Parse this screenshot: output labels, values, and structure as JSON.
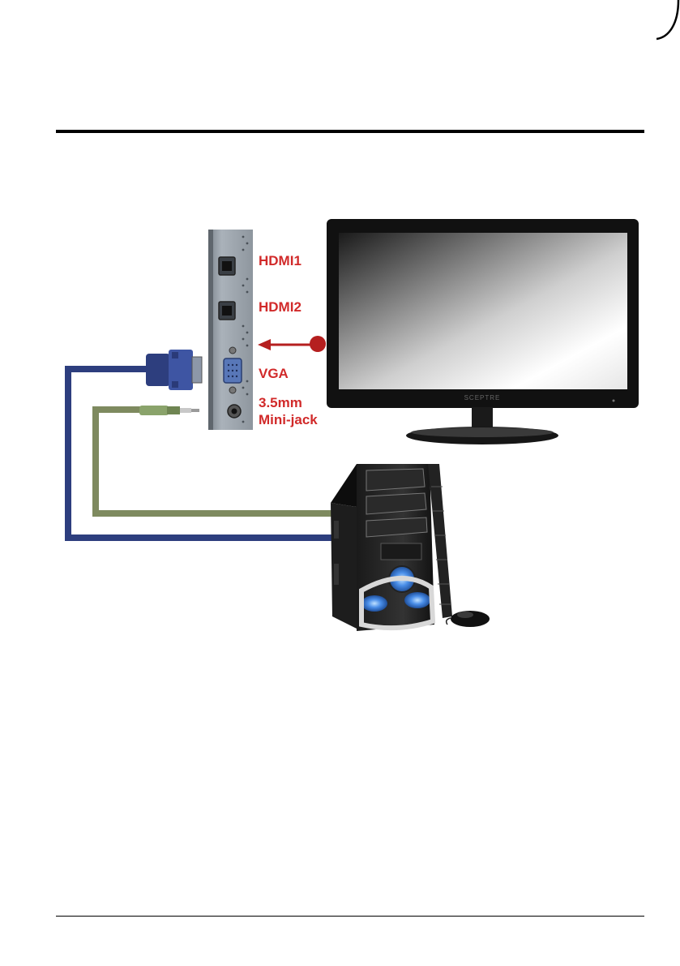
{
  "ports": {
    "hdmi1": "HDMI1",
    "hdmi2": "HDMI2",
    "vga": "VGA",
    "audio_line1": "3.5mm",
    "audio_line2": "Mini-jack"
  },
  "monitor": {
    "brand": "SCEPTRE"
  },
  "colors": {
    "label_red": "#d12a2a",
    "vga_cable": "#2d3e7e",
    "audio_cable": "#7e8a5f",
    "panel_gray": "#9aa3ab",
    "blue_glow": "#4a8ee8"
  },
  "icons": {
    "corner": "page-corner-curve-icon",
    "arrow": "red-arrow-icon"
  }
}
